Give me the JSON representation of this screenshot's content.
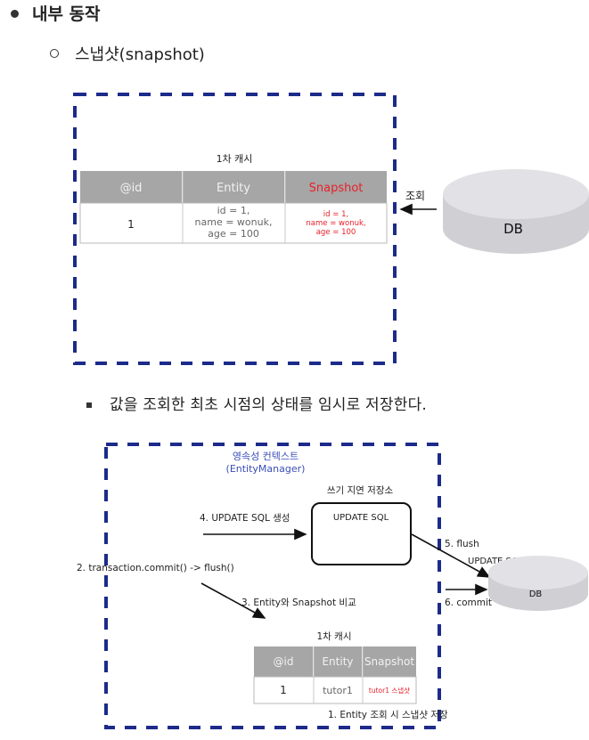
{
  "headings": {
    "level1": "내부 동작",
    "level2": "스냅샷(snapshot)",
    "level3": "값을 조회한 최초 시점의 상태를 임시로 저장한다."
  },
  "diagram1": {
    "cache_title": "1차 캐시",
    "table": {
      "headers": [
        "@id",
        "Entity",
        "Snapshot"
      ],
      "row": {
        "id": "1",
        "entity_lines": [
          "id = 1,",
          "name = wonuk,",
          "age = 100"
        ],
        "snapshot_lines": [
          "id = 1,",
          "name = wonuk,",
          "age = 100"
        ]
      }
    },
    "arrow_label": "조회",
    "db_label": "DB"
  },
  "diagram2": {
    "context_title_lines": [
      "영속성 컨텍스트",
      "(EntityManager)"
    ],
    "write_store_title": "쓰기 지연 저장소",
    "write_store_sql": "UPDATE SQL",
    "step2": "2. transaction.commit() -> flush()",
    "step3": "3. Entity와 Snapshot 비교",
    "step4": "4. UPDATE SQL 생성",
    "step5": "5. flush",
    "step5_sql": "UPDATE SQL",
    "step6": "6. commit",
    "db_label": "DB",
    "cache_title": "1차 캐시",
    "table": {
      "headers": [
        "@id",
        "Entity",
        "Snapshot"
      ],
      "row": {
        "id": "1",
        "entity": "tutor1",
        "snapshot": "tutor1 스냅샷"
      }
    },
    "step1": "1. Entity 조회 시 스냅샷 저장"
  },
  "colors": {
    "dashed_border": "#1c2b8a",
    "snapshot_red": "#e8202a",
    "header_gray": "#a6a6a6",
    "db_fill": "#d2d2d6"
  }
}
